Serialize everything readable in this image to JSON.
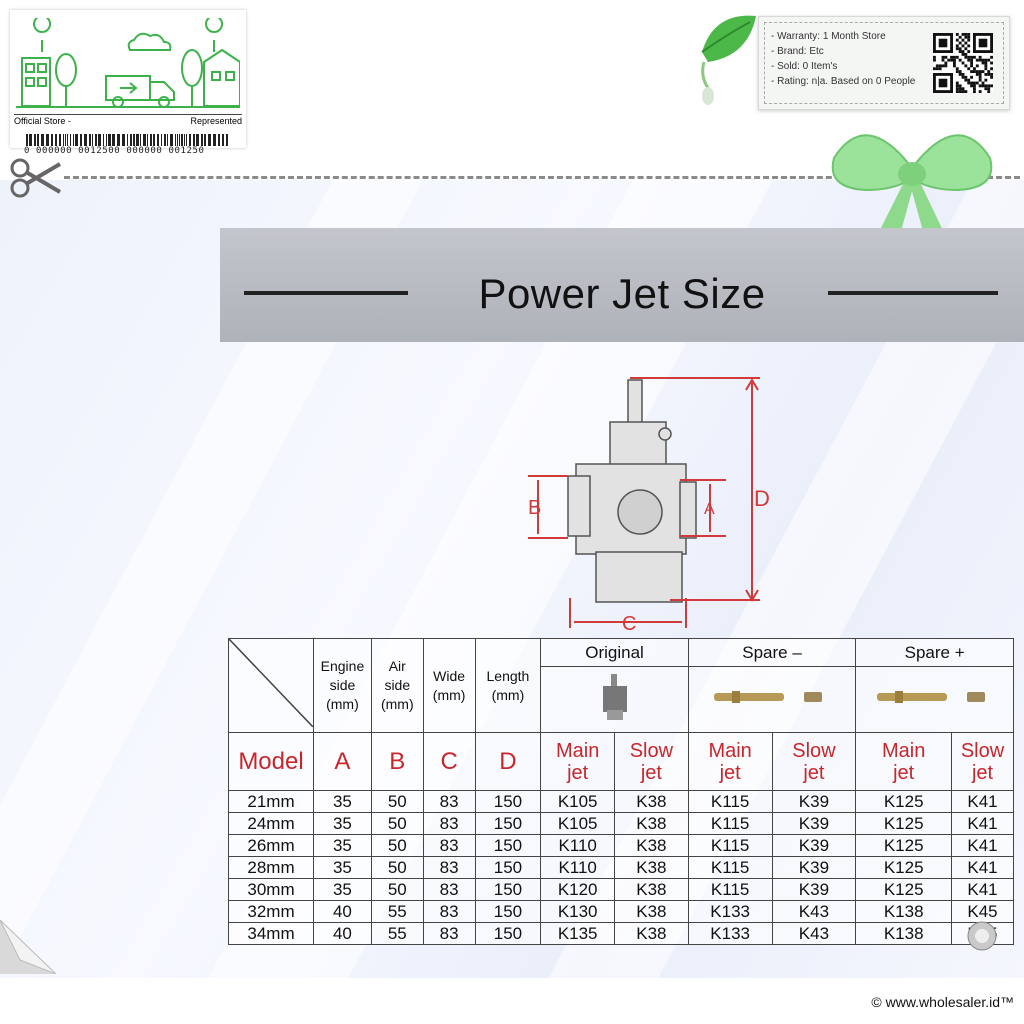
{
  "store": {
    "footer_left": "Official Store -",
    "footer_right": "Represented",
    "barcode_text": "0 000000 0012500 000000 001250"
  },
  "info": {
    "lines": [
      "- Warranty: 1 Month Store",
      "- Brand: Etc",
      "- Sold: 0 Item's",
      "- Rating: n|a. Based on 0 People"
    ]
  },
  "title": "Power Jet Size",
  "diagram": {
    "labels": {
      "a": "A",
      "b": "B",
      "c": "C",
      "d": "D"
    }
  },
  "table": {
    "headers": {
      "engine_side": [
        "Engine",
        "side",
        "(mm)"
      ],
      "air_side": [
        "Air",
        "side",
        "(mm)"
      ],
      "wide": [
        "Wide",
        "(mm)"
      ],
      "length": [
        "Length",
        "(mm)"
      ],
      "group_original": "Original",
      "group_spare_minus": "Spare –",
      "group_spare_plus": "Spare +",
      "model": "Model",
      "a": "A",
      "b": "B",
      "c": "C",
      "d": "D",
      "main_jet": [
        "Main",
        "jet"
      ],
      "slow_jet": [
        "Slow",
        "jet"
      ]
    },
    "rows": [
      [
        "21mm",
        "35",
        "50",
        "83",
        "150",
        "K105",
        "K38",
        "K115",
        "K39",
        "K125",
        "K41"
      ],
      [
        "24mm",
        "35",
        "50",
        "83",
        "150",
        "K105",
        "K38",
        "K115",
        "K39",
        "K125",
        "K41"
      ],
      [
        "26mm",
        "35",
        "50",
        "83",
        "150",
        "K110",
        "K38",
        "K115",
        "K39",
        "K125",
        "K41"
      ],
      [
        "28mm",
        "35",
        "50",
        "83",
        "150",
        "K110",
        "K38",
        "K115",
        "K39",
        "K125",
        "K41"
      ],
      [
        "30mm",
        "35",
        "50",
        "83",
        "150",
        "K120",
        "K38",
        "K115",
        "K39",
        "K125",
        "K41"
      ],
      [
        "32mm",
        "40",
        "55",
        "83",
        "150",
        "K130",
        "K38",
        "K133",
        "K43",
        "K138",
        "K45"
      ],
      [
        "34mm",
        "40",
        "55",
        "83",
        "150",
        "K135",
        "K38",
        "K133",
        "K43",
        "K138",
        "K45"
      ]
    ]
  },
  "copyright": "© www.wholesaler.id™",
  "colors": {
    "accent_red": "#c8262b",
    "green": "#3cb34a"
  },
  "icons": [
    "scissors-icon",
    "qr-code",
    "leaf-icon",
    "bow-icon",
    "page-peel-icon",
    "knob-icon"
  ]
}
